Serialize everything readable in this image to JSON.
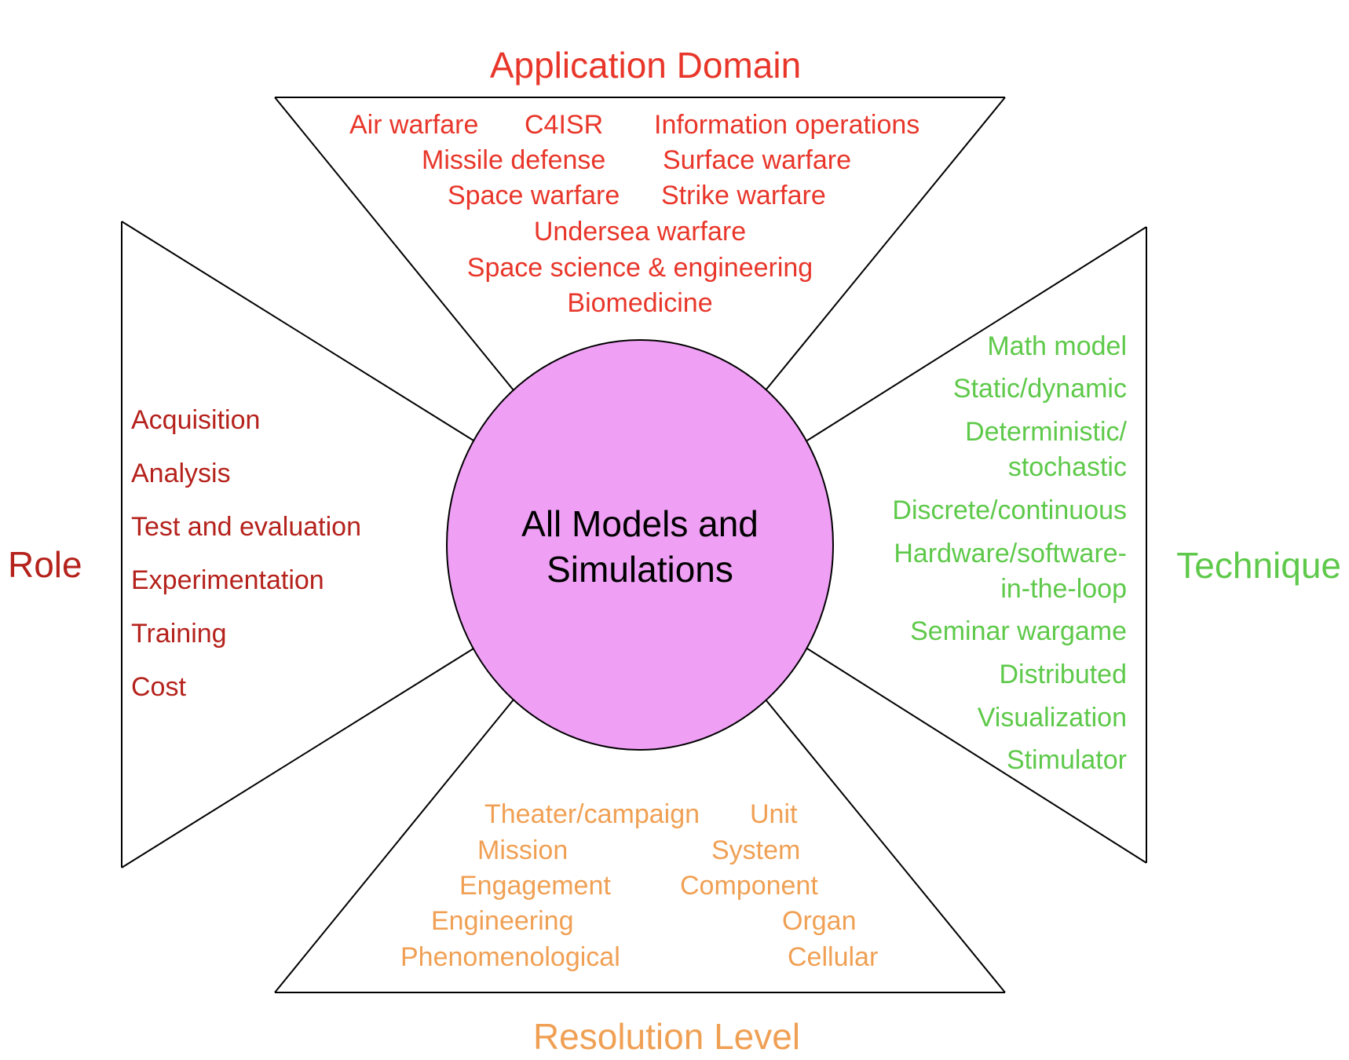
{
  "center": {
    "lines": [
      "All Models and",
      "Simulations"
    ],
    "fill": "#efa0f5"
  },
  "application_domain": {
    "title": "Application Domain",
    "color": "#e8362a",
    "items": [
      "Air warfare",
      "C4ISR",
      "Information operations",
      "Missile defense",
      "Surface warfare",
      "Space warfare",
      "Strike warfare",
      "Undersea warfare",
      "Space science & engineering",
      "Biomedicine"
    ]
  },
  "role": {
    "title": "Role",
    "color": "#b5221c",
    "items": [
      "Acquisition",
      "Analysis",
      "Test and evaluation",
      "Experimentation",
      "Training",
      "Cost"
    ]
  },
  "technique": {
    "title": "Technique",
    "color": "#5ec94a",
    "items": [
      "Math model",
      "Static/dynamic",
      "Deterministic/",
      "stochastic",
      "Discrete/continuous",
      "Hardware/software-",
      "in-the-loop",
      "Seminar wargame",
      "Distributed",
      "Visualization",
      "Stimulator"
    ]
  },
  "resolution_level": {
    "title": "Resolution Level",
    "color": "#f0a054",
    "items": [
      "Theater/campaign",
      "Unit",
      "Mission",
      "System",
      "Engagement",
      "Component",
      "Engineering",
      "Organ",
      "Phenomenological",
      "Cellular"
    ]
  }
}
